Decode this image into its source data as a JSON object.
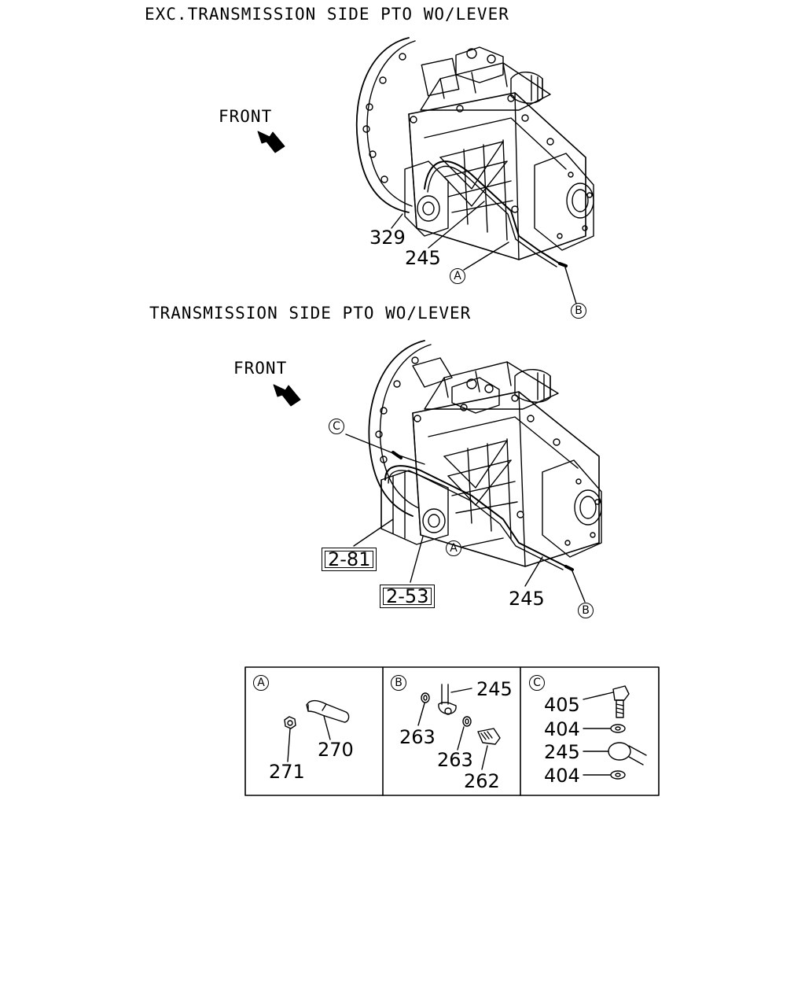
{
  "section1": {
    "title": "EXC.TRANSMISSION SIDE PTO WO/LEVER",
    "front": "FRONT",
    "callouts": {
      "c329": "329",
      "c245": "245"
    },
    "markers": {
      "a": "A",
      "b": "B"
    }
  },
  "section2": {
    "title": "TRANSMISSION SIDE PTO WO/LEVER",
    "front": "FRONT",
    "refs": {
      "r281": "2-81",
      "r253": "2-53"
    },
    "callouts": {
      "c245": "245"
    },
    "markers": {
      "a": "A",
      "b": "B",
      "c": "C"
    }
  },
  "details": {
    "a": {
      "marker": "A",
      "p271": "271",
      "p270": "270"
    },
    "b": {
      "marker": "B",
      "p245": "245",
      "p263a": "263",
      "p263b": "263",
      "p262": "262"
    },
    "c": {
      "marker": "C",
      "p405": "405",
      "p404a": "404",
      "p245": "245",
      "p404b": "404"
    }
  }
}
